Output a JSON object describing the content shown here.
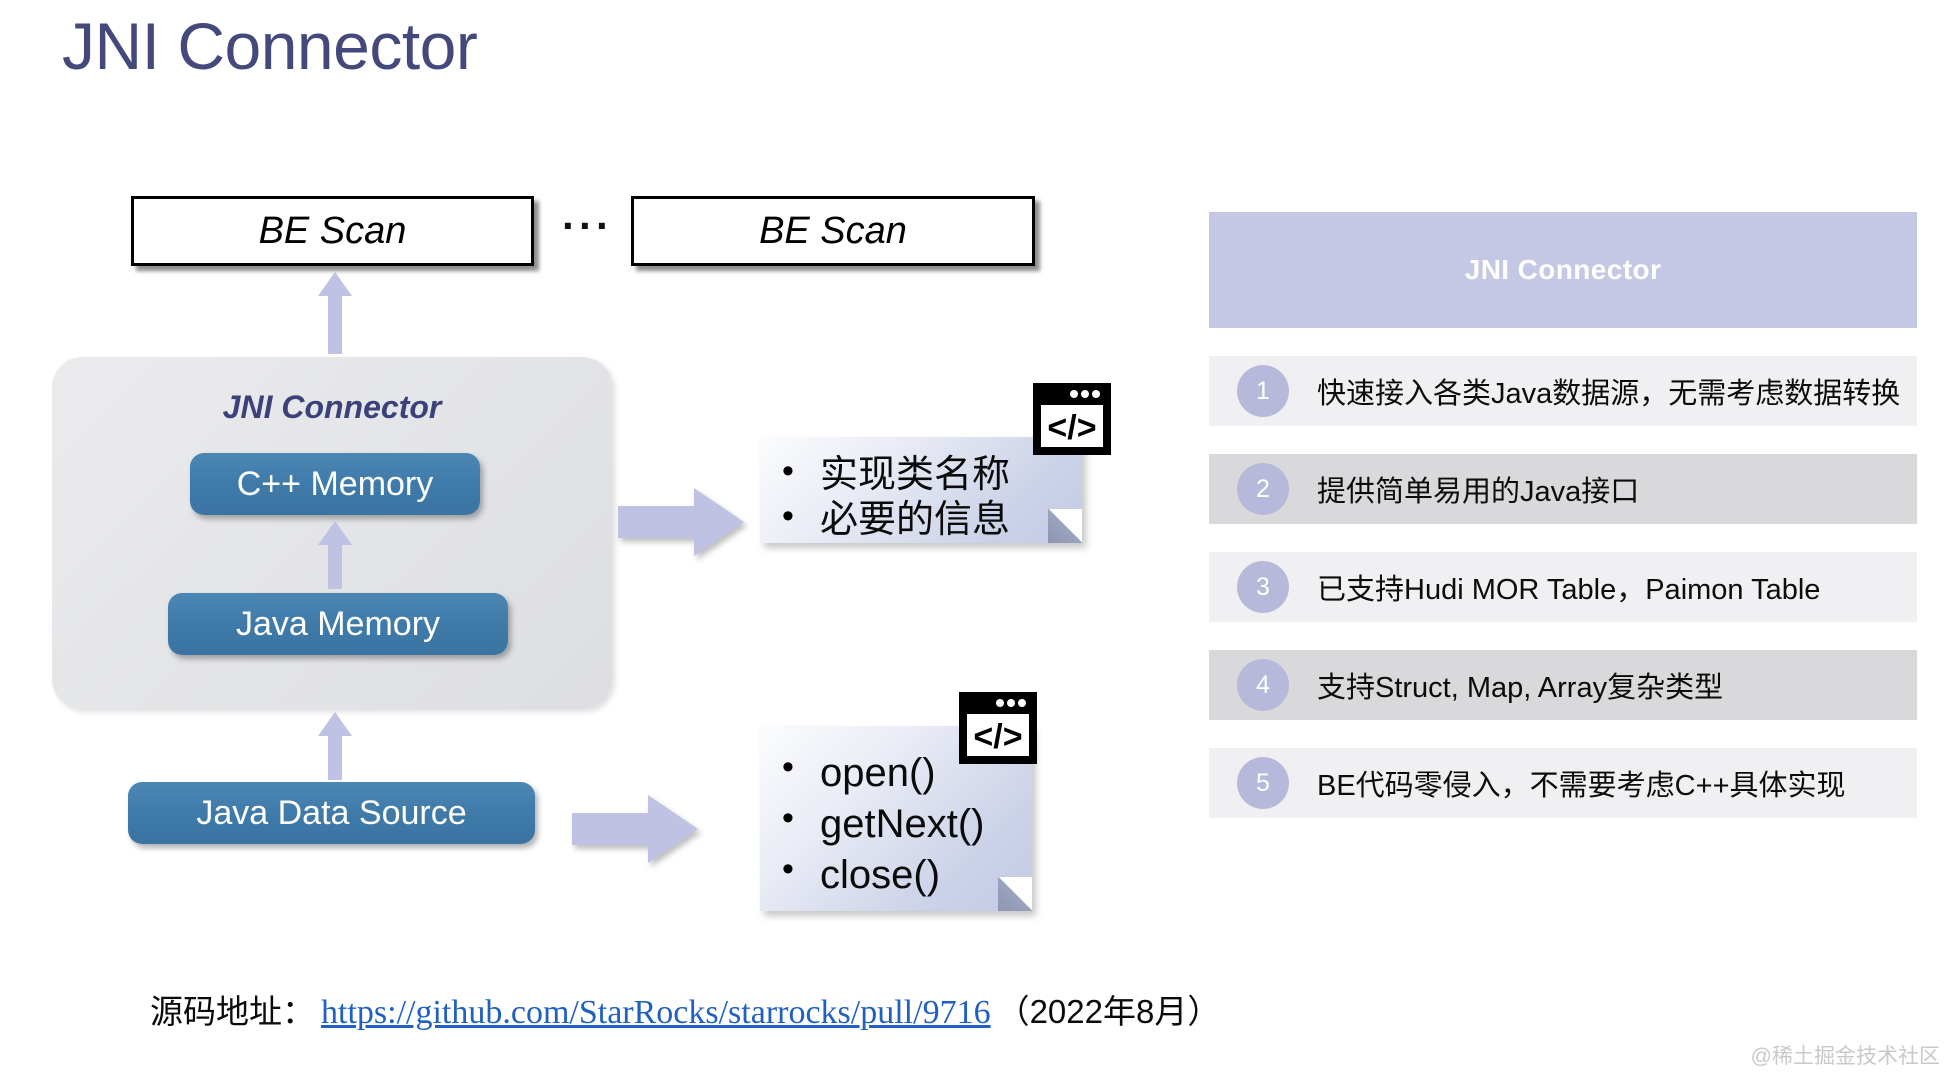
{
  "page_title": "JNI Connector",
  "diagram": {
    "be_scan_left": "BE Scan",
    "be_scan_right": "BE Scan",
    "ellipsis": "···",
    "container_label": "JNI Connector",
    "cpp_memory": "C++ Memory",
    "java_memory": "Java Memory",
    "java_data_source": "Java Data Source",
    "note_one": {
      "icon": "code-window-icon",
      "items": [
        "实现类名称",
        "必要的信息"
      ]
    },
    "note_two": {
      "icon": "code-window-icon",
      "items": [
        "open()",
        "getNext()",
        "close()"
      ]
    }
  },
  "panel": {
    "header": "JNI Connector",
    "rows": [
      {
        "num": "1",
        "text": "快速接入各类Java数据源，无需考虑数据转换"
      },
      {
        "num": "2",
        "text": "提供简单易用的Java接口"
      },
      {
        "num": "3",
        "text": "已支持Hudi MOR Table，Paimon Table"
      },
      {
        "num": "4",
        "text": "支持Struct, Map, Array复杂类型"
      },
      {
        "num": "5",
        "text": "BE代码零侵入，不需要考虑C++具体实现"
      }
    ]
  },
  "footer": {
    "prefix": "源码地址：",
    "link": "https://github.com/StarRocks/starrocks/pull/9716",
    "suffix": "（2022年8月）"
  },
  "watermark": "@稀土掘金技术社区",
  "colors": {
    "title": "#44497c",
    "panel_header_bg": "#c5c8e4",
    "row_circle": "#b7b9da",
    "row_odd_bg": "#f0f0f2",
    "row_even_bg": "#d9d9db",
    "blue_box": "#3f7aa9",
    "arrow": "#bfc2e2",
    "link": "#2060c0"
  }
}
